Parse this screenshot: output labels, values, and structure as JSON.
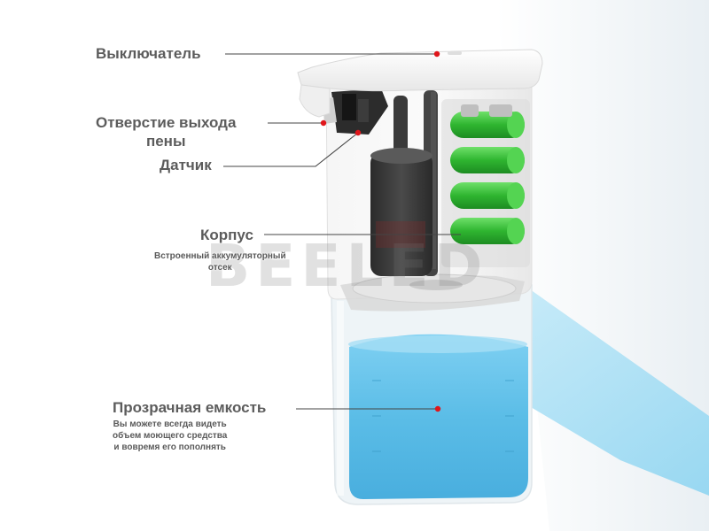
{
  "watermark": "BEELED",
  "callouts": {
    "switch": "Выключатель",
    "foam_outlet_line1": "Отверстие выхода",
    "foam_outlet_line2": "пены",
    "sensor": "Датчик",
    "body": "Корпус",
    "body_note_line1": "Встроенный аккумуляторный",
    "body_note_line2": "отсек",
    "tank": "Прозрачная емкость",
    "tank_note_line1": "Вы можете всегда видеть",
    "tank_note_line2": "объем моющего средства",
    "tank_note_line3": "и вовремя его пополнять"
  },
  "colors": {
    "leader_line": "#444444",
    "marker": "#e0161b",
    "liquid": "#5ec0ea",
    "battery": "#3cc33c",
    "shell": "#f4f4f4"
  }
}
